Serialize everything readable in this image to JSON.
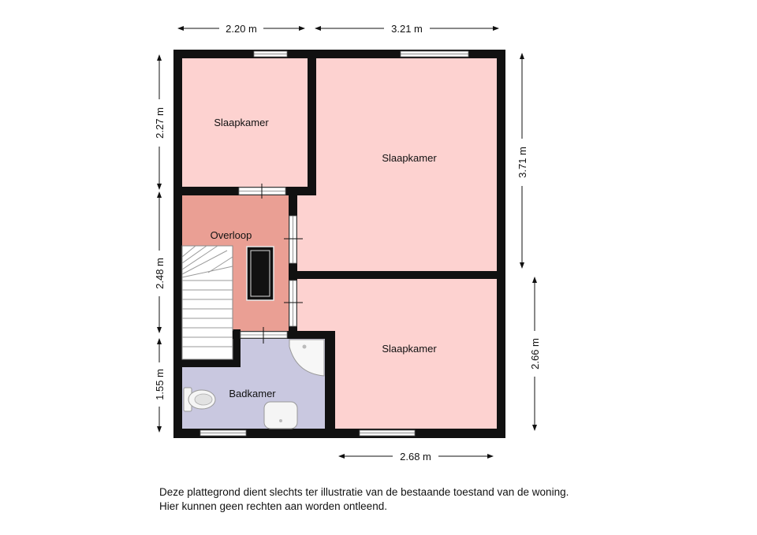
{
  "rooms": {
    "bedroom_1": "Slaapkamer",
    "bedroom_2": "Slaapkamer",
    "bedroom_3": "Slaapkamer",
    "landing": "Overloop",
    "bathroom": "Badkamer"
  },
  "dimensions": {
    "top_left": "2.20 m",
    "top_right": "3.21 m",
    "left_upper": "2.27 m",
    "left_middle": "2.48 m",
    "left_lower": "1.55 m",
    "right_upper": "3.71 m",
    "right_lower": "2.66 m",
    "bottom": "2.68 m"
  },
  "disclaimer": {
    "line1": "Deze plattegrond dient slechts ter illustratie van de bestaande toestand van de woning.",
    "line2": "Hier kunnen geen rechten aan worden ontleend."
  },
  "colors": {
    "wall": "#111111",
    "bedroom": "#fdd2d0",
    "landing": "#ea9f94",
    "bathroom": "#c9c8e0"
  }
}
